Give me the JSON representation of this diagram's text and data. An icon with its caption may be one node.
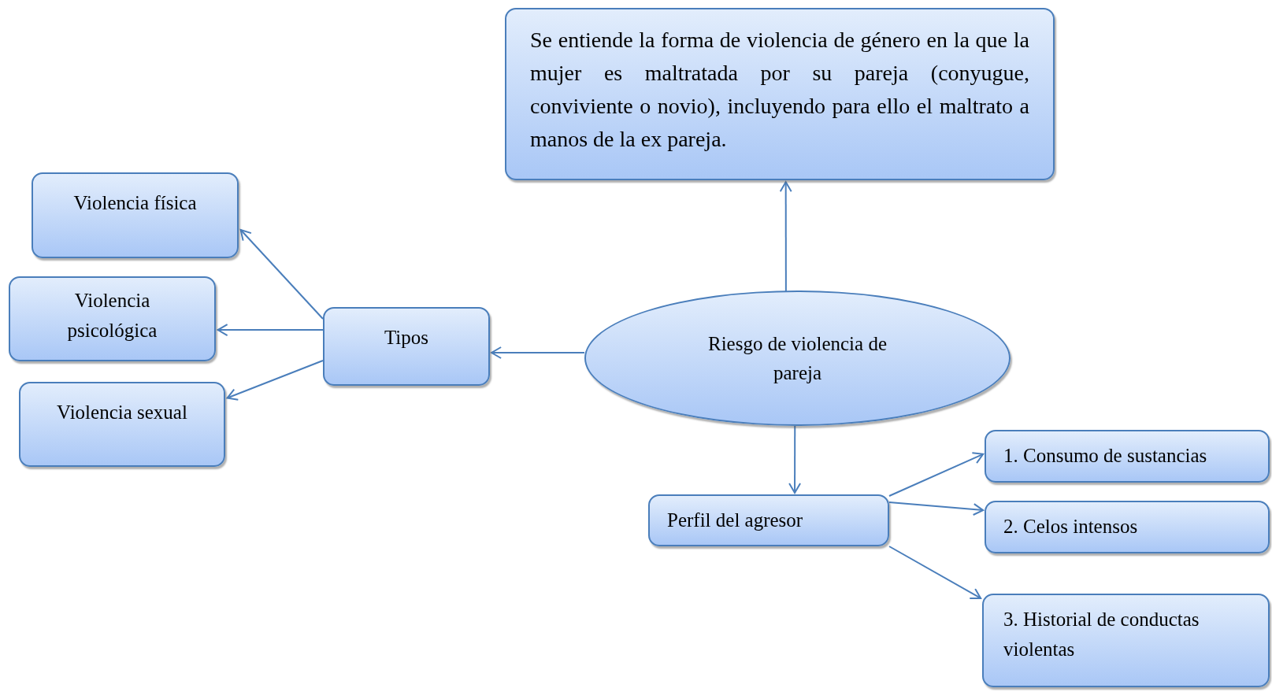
{
  "diagram": {
    "nodes": [
      {
        "text": [
          "Riesgo de violencia de pareja"
        ]
      },
      {
        "text": [
          "Se entiende la forma de violencia de género en la que la mujer es maltratada por su pareja (conyugue, conviviente o novio), incluyendo para ello el maltrato a manos de la ex pareja."
        ]
      },
      {
        "text": [
          "Tipos"
        ]
      },
      {
        "text": [
          "Violencia física"
        ]
      },
      {
        "text": [
          "Violencia psicológica"
        ]
      },
      {
        "text": [
          "Violencia sexual"
        ]
      },
      {
        "text": [
          "Perfil del agresor"
        ]
      },
      {
        "text": [
          "1. Consumo de sustancias"
        ]
      },
      {
        "text": [
          "2. Celos intensos"
        ]
      },
      {
        "text": [
          "3. Historial de conductas violentas"
        ]
      }
    ],
    "edges": [
      {
        "from": 0,
        "to": 1,
        "arrow": "to"
      },
      {
        "from": 0,
        "to": 2,
        "arrow": "to"
      },
      {
        "from": 2,
        "to": 3,
        "arrow": "to"
      },
      {
        "from": 2,
        "to": 4,
        "arrow": "to"
      },
      {
        "from": 2,
        "to": 5,
        "arrow": "to"
      },
      {
        "from": 0,
        "to": 6,
        "arrow": "to"
      },
      {
        "from": 6,
        "to": 7,
        "arrow": "to"
      },
      {
        "from": 6,
        "to": 8,
        "arrow": "to"
      },
      {
        "from": 6,
        "to": 9,
        "arrow": "to"
      }
    ]
  }
}
